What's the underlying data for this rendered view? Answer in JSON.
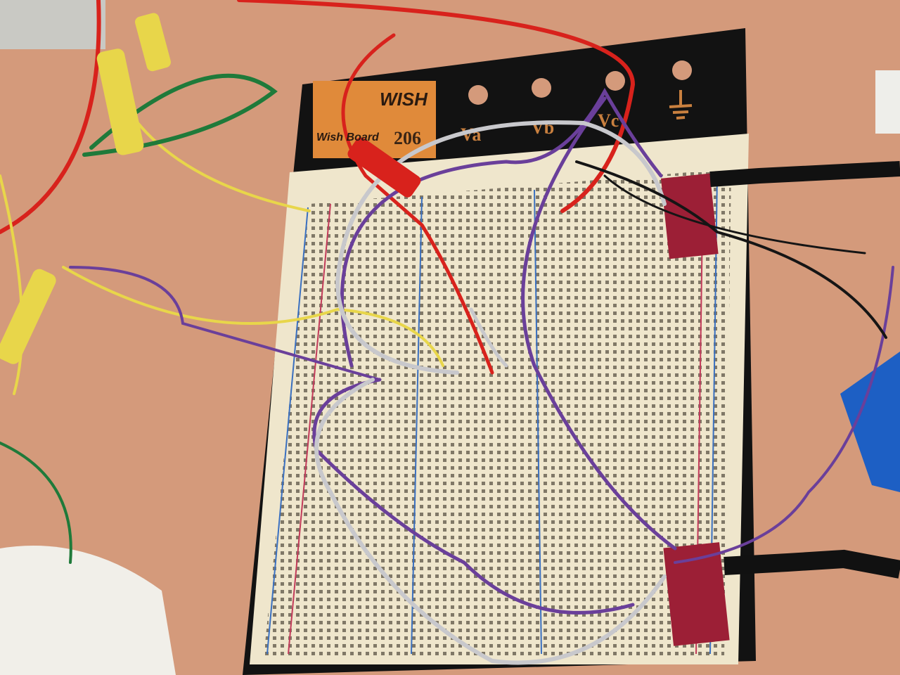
{
  "scene": "breadboard-with-wires",
  "board": {
    "brand": "WISH",
    "brand_sub": "Wish Board",
    "model": "206",
    "terminal_labels": [
      "Va",
      "Vb",
      "Vc"
    ],
    "ground_symbol": "ground-icon"
  },
  "colors": {
    "desk": "#d49a7b",
    "board": "#111111",
    "breadboard": "#efe6cc",
    "logo": "#e08a3a",
    "wire_red": "#d8221c",
    "wire_purple": "#6a3f9a",
    "wire_gray": "#c8c8cc",
    "wire_yellow": "#e8d64a",
    "wire_green": "#1f7a3a",
    "wire_black": "#151515",
    "module": "#9c1f36"
  }
}
